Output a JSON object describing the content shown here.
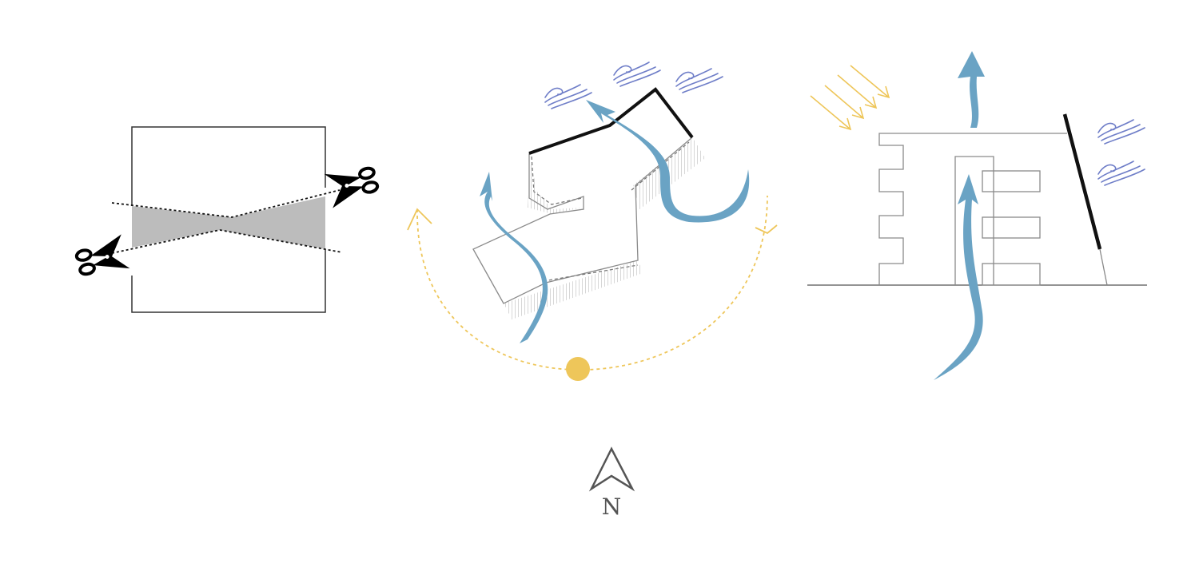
{
  "compass": {
    "label": "N",
    "icon": "north-arrow-icon"
  },
  "colors": {
    "airflow": "#6aa3c4",
    "sun": "#eec65a",
    "wind": "#6f7ec8",
    "outline": "#333333",
    "thin_outline": "#8a8a8a",
    "cut_fill": "#bcbcbc",
    "facade": "#111111",
    "compass": "#555555"
  },
  "panels": [
    {
      "id": "cut-massing",
      "icons": [
        "scissors-icon",
        "scissors-icon"
      ]
    },
    {
      "id": "plan-sun-path",
      "icons": [
        "sun-icon",
        "wind-icon",
        "wind-icon",
        "wind-icon",
        "airflow-arrow-icon",
        "airflow-arrow-icon",
        "airflow-arrow-icon"
      ]
    },
    {
      "id": "section-ventilation",
      "icons": [
        "sun-rays-icon",
        "wind-icon",
        "wind-icon",
        "airflow-arrow-icon",
        "airflow-arrow-icon"
      ]
    }
  ]
}
